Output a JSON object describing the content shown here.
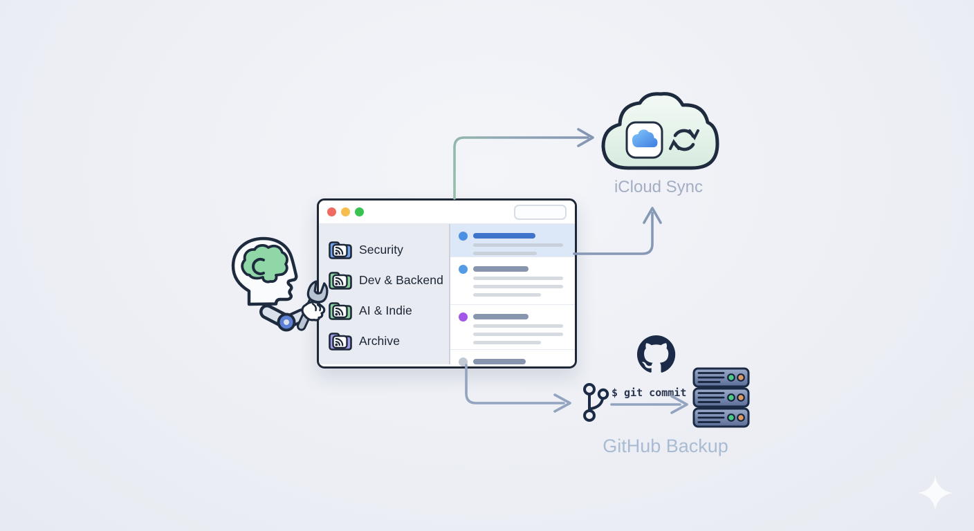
{
  "scene": {
    "type": "workflow-diagram",
    "background_color": "#edeff5",
    "outline_color": "#1e2a3d",
    "arrow_color": "#8598b5",
    "arrow_green_tint": "#94bfaa"
  },
  "reader_window": {
    "traffic_lights": [
      {
        "name": "close",
        "color": "#ef6a61"
      },
      {
        "name": "minimize",
        "color": "#f6be4f"
      },
      {
        "name": "maximize",
        "color": "#38c24f"
      }
    ],
    "search": {
      "value": "",
      "placeholder": ""
    },
    "sidebar_folders": [
      {
        "label": "Security",
        "icon": "rss-folder-icon",
        "folder_color": "#74a3ea"
      },
      {
        "label": "Dev & Backend",
        "icon": "rss-folder-icon",
        "folder_color": "#8ad3a0"
      },
      {
        "label": "AI & Indie",
        "icon": "rss-folder-icon",
        "folder_color": "#8ad3a0"
      },
      {
        "label": "Archive",
        "icon": "rss-folder-icon",
        "folder_color": "#a09be8"
      }
    ],
    "article_rows": [
      {
        "state": "selected-unread",
        "dot_color": "#4a90e2",
        "title_bar_color": "#3e74c9",
        "preview_lines": 2,
        "row_bg": "#dce8f8"
      },
      {
        "state": "unread",
        "dot_color": "#549ae4",
        "title_bar_color": "#8795ae",
        "preview_lines": 3,
        "row_bg": "#ffffff"
      },
      {
        "state": "unread",
        "dot_color": "#a158e8",
        "title_bar_color": "#8795ae",
        "preview_lines": 3,
        "row_bg": "#ffffff"
      },
      {
        "state": "read",
        "dot_color": "#c3cad5",
        "title_bar_color": "#8795ae",
        "preview_lines": 0,
        "row_bg": "#ffffff"
      }
    ]
  },
  "icloud_node": {
    "label": "iCloud Sync",
    "icons": [
      "cloud-outline-icon",
      "icloud-app-icon",
      "sync-arrows-icon"
    ],
    "cloud_fill": "#e6f3ea",
    "app_cloud_color": "#4a8ee6"
  },
  "github_node": {
    "label": "GitHub Backup",
    "terminal_command": "$ git commit",
    "icons": [
      "github-mark-icon",
      "git-branch-icon",
      "server-stack-icon"
    ],
    "server_led_colors": [
      "#4ecb85",
      "#de9a64"
    ]
  },
  "assistant_node": {
    "icon": "head-with-brain-and-wrench-icon",
    "brain_color": "#8fd7a6",
    "brain_glyph": "C"
  },
  "connections": [
    {
      "from": "reader-window-top",
      "to": "icloud-cloud",
      "style": "elbow-arrow"
    },
    {
      "from": "reader-window-right",
      "to": "icloud-label",
      "style": "elbow-arrow"
    },
    {
      "from": "reader-window-bottom",
      "to": "git-branch-icon",
      "style": "elbow-arrow"
    },
    {
      "from": "git-branch-icon",
      "to": "server-stack-icon",
      "style": "straight-arrow",
      "caption": "$ git commit"
    }
  ],
  "sparkle": {
    "icon": "sparkle-icon",
    "color": "#ffffff"
  }
}
